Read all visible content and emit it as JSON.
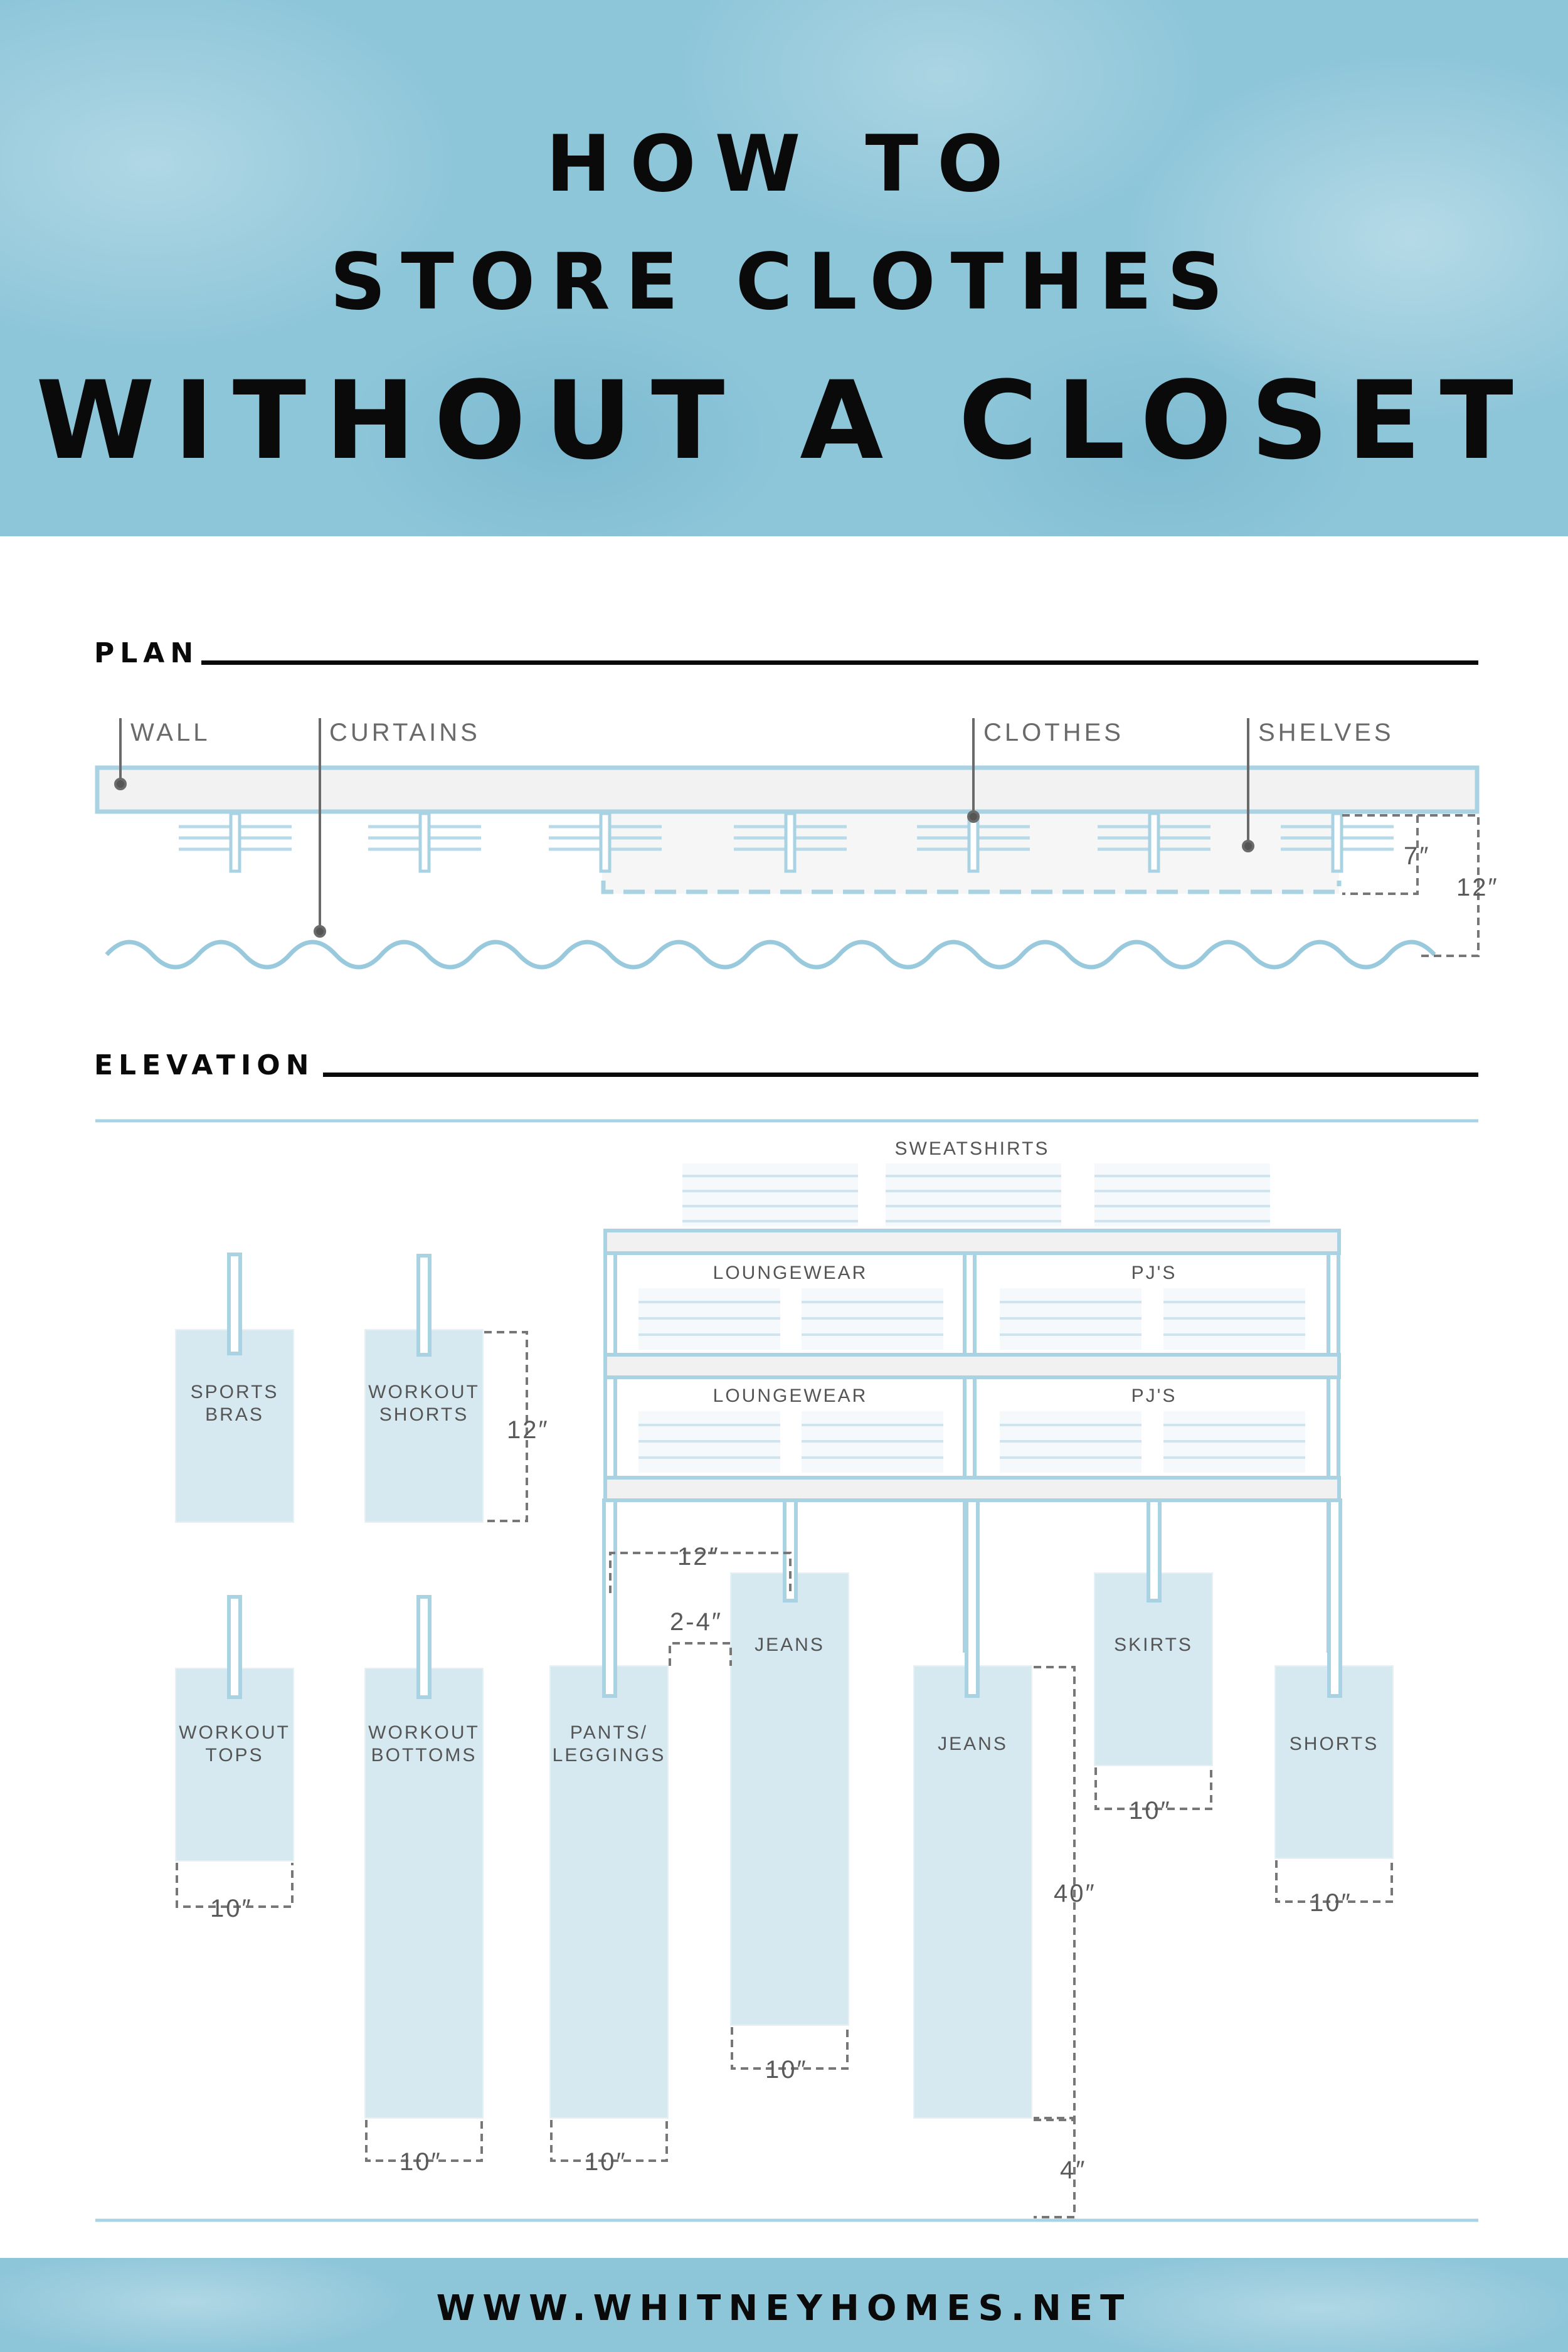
{
  "title": {
    "line1": "HOW TO",
    "line2": "STORE CLOTHES",
    "line3": "WITHOUT A CLOSET"
  },
  "plan": {
    "heading": "PLAN",
    "labels": {
      "wall": "WALL",
      "curtains": "CURTAINS",
      "clothes": "CLOTHES",
      "shelves": "SHELVES"
    },
    "dimensions": {
      "shelf_depth": "7″",
      "total_depth": "12″"
    }
  },
  "elevation": {
    "heading": "ELEVATION",
    "shelf_labels": {
      "top": "SWEATSHIRTS",
      "loungewear_1": "LOUNGEWEAR",
      "pjs_1": "PJ'S",
      "loungewear_2": "LOUNGEWEAR",
      "pjs_2": "PJ'S"
    },
    "hanging": {
      "sports_bras": "SPORTS\nBRAS",
      "workout_shorts": "WORKOUT\nSHORTS",
      "workout_tops": "WORKOUT\nTOPS",
      "workout_bottoms": "WORKOUT\nBOTTOMS",
      "pants_leggings": "PANTS/\nLEGGINGS",
      "jeans_1": "JEANS",
      "jeans_2": "JEANS",
      "skirts": "SKIRTS",
      "shorts": "SHORTS"
    },
    "dimensions": {
      "shorts_height": "12″",
      "hanger_spacing": "12″",
      "gap": "2-4″",
      "width_tops": "10″",
      "width_bottoms": "10″",
      "width_pants": "10″",
      "width_jeans": "10″",
      "width_skirts": "10″",
      "width_shorts": "10″",
      "pants_length": "40″",
      "floor_clearance": "4″"
    }
  },
  "footer": {
    "url": "WWW.WHITNEYHOMES.NET"
  },
  "colors": {
    "banner": "#8ec6d9",
    "item_fill": "#d6e9f1",
    "outline": "#a9d3e3",
    "text": "#0a0a0a"
  }
}
